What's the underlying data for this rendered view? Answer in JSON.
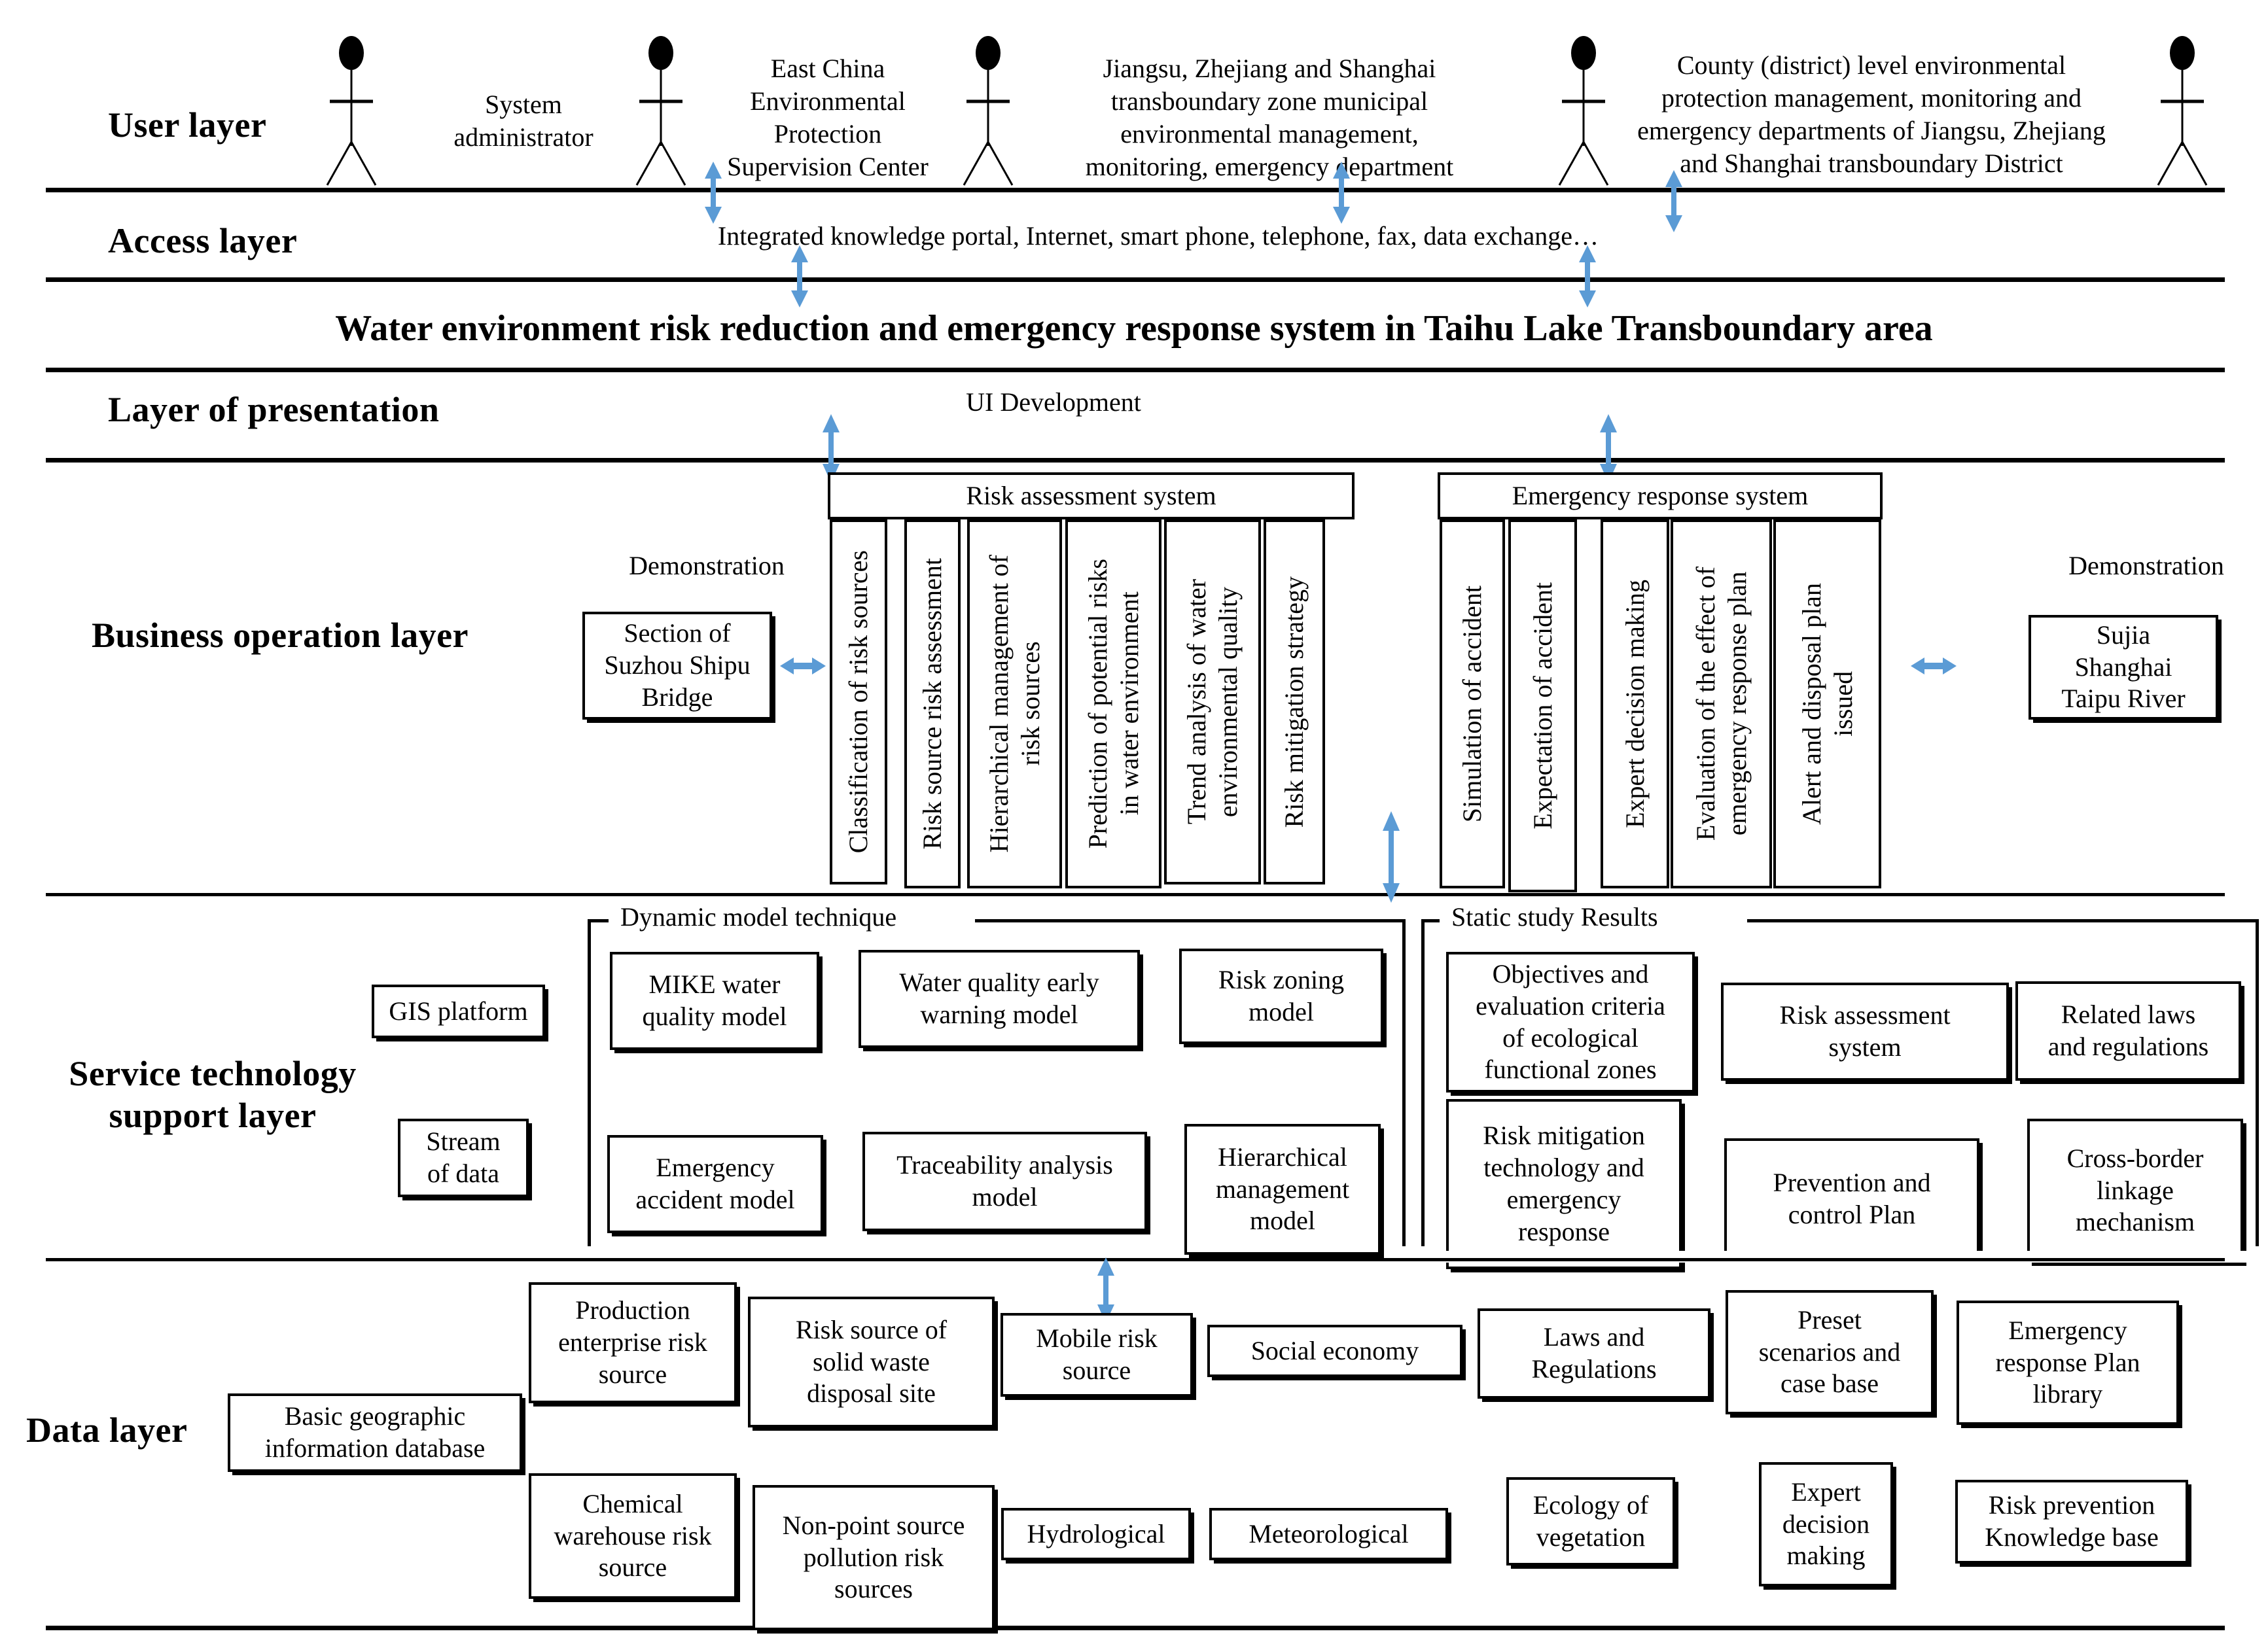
{
  "title": "Water environment risk reduction and emergency response system in Taihu Lake Transboundary area",
  "accent_color": "#5B9BD5",
  "layers": {
    "user": "User layer",
    "access": "Access layer",
    "presentation": "Layer of presentation",
    "business": "Business operation layer",
    "service": "Service technology\nsupport layer",
    "data": "Data layer"
  },
  "user_layer": {
    "actors": [
      {
        "label": "System\nadministrator"
      },
      {
        "label": "East China\nEnvironmental\nProtection\nSupervision Center"
      },
      {
        "label": "Jiangsu, Zhejiang and Shanghai\ntransboundary zone municipal\nenvironmental management,\nmonitoring, emergency department"
      },
      {
        "label": "County (district) level environmental\nprotection management, monitoring and\nemergency departments of Jiangsu, Zhejiang\nand Shanghai transboundary District"
      }
    ]
  },
  "access_layer": {
    "text": "Integrated knowledge portal, Internet, smart phone, telephone, fax, data exchange…"
  },
  "presentation_layer": {
    "ui_development": "UI Development"
  },
  "business_layer": {
    "demo_left_caption": "Demonstration",
    "demo_left_box": "Section of\nSuzhou Shipu\nBridge",
    "demo_right_caption": "Demonstration",
    "demo_right_box": "Sujia\nShanghai\nTaipu River",
    "risk_assessment_system": {
      "title": "Risk assessment system",
      "columns": [
        "Classification of risk sources",
        "Risk source risk assessment",
        "Hierarchical management of\nrisk sources",
        "Prediction of potential risks\nin water environment",
        "Trend analysis of water\nenvironmental quality",
        "Risk mitigation strategy"
      ]
    },
    "emergency_response_system": {
      "title": "Emergency response system",
      "columns": [
        "Simulation of accident",
        "Expectation of accident",
        "Expert decision making",
        "Evaluation of the effect of\nemergency response plan",
        "Alert and disposal plan\nissued"
      ]
    }
  },
  "service_layer": {
    "standalone": [
      "GIS platform",
      "Stream\nof data"
    ],
    "dynamic_group": {
      "title": "Dynamic model technique",
      "items": [
        "MIKE water\nquality model",
        "Water quality early\nwarning model",
        "Risk zoning\nmodel",
        "Emergency\naccident model",
        "Traceability analysis\nmodel",
        "Hierarchical\nmanagement\nmodel"
      ]
    },
    "static_group": {
      "title": "Static study Results",
      "items": [
        "Objectives and\nevaluation criteria\nof ecological\nfunctional zones",
        "Risk assessment\nsystem",
        "Related laws\nand regulations",
        "Risk mitigation\ntechnology and\nemergency\nresponse",
        "Prevention and\ncontrol Plan",
        "Cross-border\nlinkage\nmechanism"
      ]
    }
  },
  "data_layer": {
    "items": [
      "Basic geographic\ninformation database",
      "Production\nenterprise risk\nsource",
      "Risk source of\nsolid waste\ndisposal site",
      "Mobile risk\nsource",
      "Social economy",
      "Laws and\nRegulations",
      "Preset\nscenarios and\ncase base",
      "Emergency\nresponse Plan\nlibrary",
      "Chemical\nwarehouse risk\nsource",
      "Non-point source\npollution risk\nsources",
      "Hydrological",
      "Meteorological",
      "Ecology of\nvegetation",
      "Expert\ndecision\nmaking",
      "Risk prevention\nKnowledge base"
    ]
  }
}
